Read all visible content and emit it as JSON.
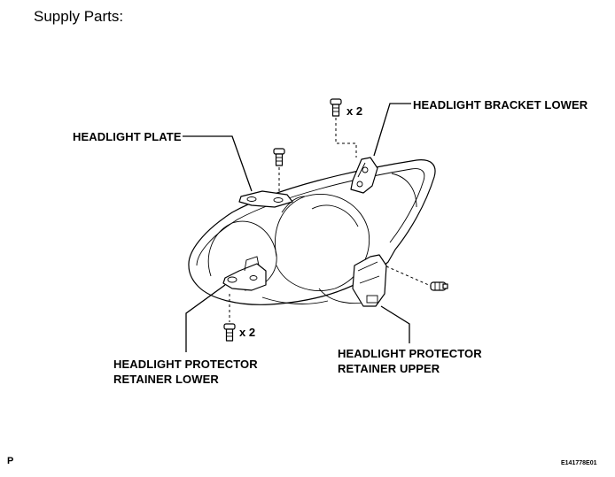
{
  "title": "Supply Parts:",
  "labels": {
    "bracket_lower": "HEADLIGHT BRACKET LOWER",
    "plate": "HEADLIGHT PLATE",
    "protector_lower_line1": "HEADLIGHT PROTECTOR",
    "protector_lower_line2": "RETAINER LOWER",
    "protector_upper_line1": "HEADLIGHT PROTECTOR",
    "protector_upper_line2": "RETAINER UPPER"
  },
  "quantities": {
    "top_bolts": "x 2",
    "bottom_bolts": "x 2"
  },
  "footer": {
    "corner_letter": "P",
    "figure_code": "E141778E01"
  }
}
